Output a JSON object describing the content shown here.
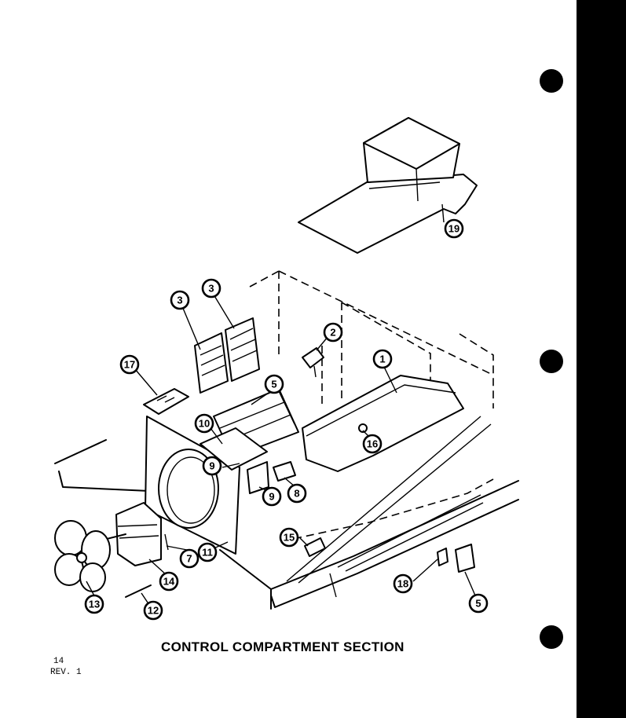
{
  "caption": "CONTROL COMPARTMENT SECTION",
  "page_number": "14",
  "revision": "REV. 1",
  "callouts": [
    "19",
    "3",
    "3",
    "2",
    "1",
    "17",
    "5",
    "10",
    "16",
    "9",
    "8",
    "9",
    "15",
    "7",
    "11",
    "14",
    "13",
    "12",
    "18",
    "5"
  ],
  "colors": {
    "ink": "#000000",
    "paper": "#ffffff"
  }
}
